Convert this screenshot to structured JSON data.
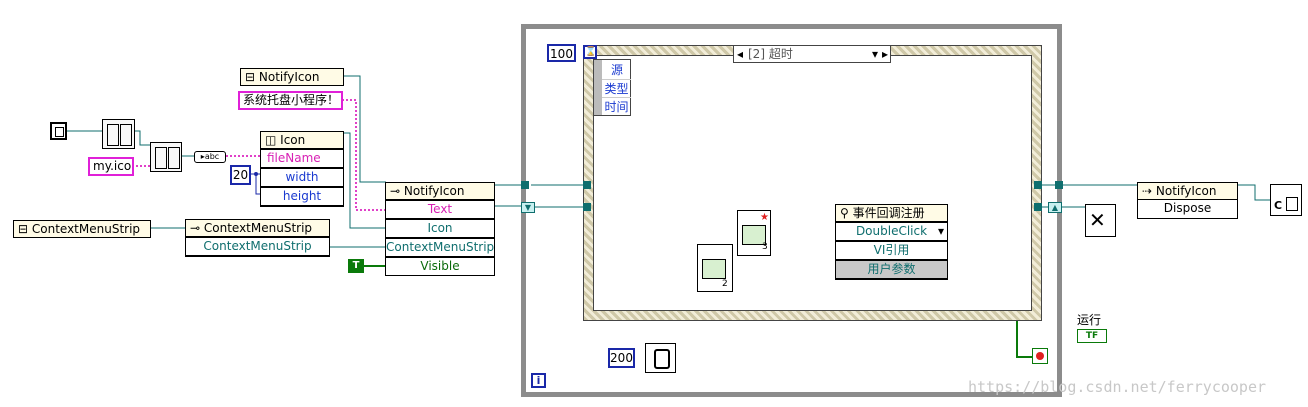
{
  "nodes": {
    "notifyicon_const": "NotifyIcon",
    "tray_string": "系统托盘小程序！",
    "icon_ctor": {
      "title": "Icon",
      "fields": [
        "fileName",
        "width",
        "height"
      ]
    },
    "file_string": "my.ico",
    "num_20": "20",
    "contextmenu_const": "ContextMenuStrip",
    "contextmenu_ctor": {
      "title": "ContextMenuStrip",
      "field": "ContextMenuStrip"
    },
    "notifyicon_prop": {
      "title": "NotifyIcon",
      "fields": [
        "Text",
        "Icon",
        "ContextMenuStrip",
        "Visible"
      ]
    },
    "bool_true": "T",
    "timeout_num": "100",
    "case_selector": "[2] 超时",
    "event_data": [
      "源",
      "类型",
      "时间"
    ],
    "event_reg": {
      "title": "事件回调注册",
      "event": "DoubleClick",
      "vi_ref": "VI引用",
      "user_param": "用户参数"
    },
    "ref_2": "2",
    "ref_3": "3",
    "wait_num": "200",
    "iteration": "i",
    "run_label": "运行",
    "run_bool": "TF",
    "dispose_node": {
      "title": "NotifyIcon",
      "field": "Dispose"
    },
    "watermark": "https://blog.csdn.net/ferrycooper"
  },
  "colors": {
    "wire_teal": "#0f6e6e",
    "wire_pink": "#e040c8",
    "wire_blue": "#1a28a8",
    "wire_green": "#0a7a0a",
    "loop_border": "#8c8c8c",
    "node_bg": "#fffbe6"
  }
}
